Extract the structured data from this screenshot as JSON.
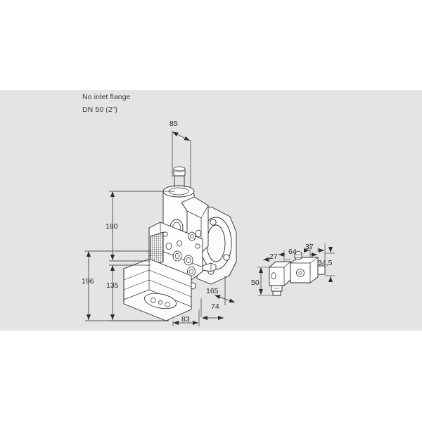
{
  "image": {
    "kind": "technical-dimension-drawing",
    "subject": "Gas valve with pressure regulator and actuator",
    "background_outer_color": "#ffffff",
    "background_band_color": "#e4e4e4",
    "line_color": "#2b2b2b",
    "text_color": "#3a3a3a"
  },
  "annotations": {
    "note_line_1": "No inlet flange",
    "note_line_2": "DN 50 (2”)"
  },
  "dimensions": {
    "main_view": [
      {
        "id": "dim-85",
        "value": "85",
        "orientation": "diagonal-top",
        "unit": "mm"
      },
      {
        "id": "dim-180",
        "value": "180",
        "orientation": "vertical",
        "unit": "mm"
      },
      {
        "id": "dim-196",
        "value": "196",
        "orientation": "vertical",
        "unit": "mm"
      },
      {
        "id": "dim-135",
        "value": "135",
        "orientation": "vertical",
        "unit": "mm"
      },
      {
        "id": "dim-165",
        "value": "165",
        "orientation": "diagonal-right",
        "unit": "mm"
      },
      {
        "id": "dim-74",
        "value": "74",
        "orientation": "vertical-right",
        "unit": "mm"
      },
      {
        "id": "dim-83",
        "value": "83",
        "orientation": "horizontal-bottom",
        "unit": "mm"
      }
    ],
    "detail_view": [
      {
        "id": "dim-27",
        "value": "27",
        "orientation": "horizontal",
        "unit": "mm"
      },
      {
        "id": "dim-64",
        "value": "64",
        "orientation": "horizontal",
        "unit": "mm"
      },
      {
        "id": "dim-37",
        "value": "37",
        "orientation": "horizontal",
        "unit": "mm"
      },
      {
        "id": "dim-345",
        "value": "34,5",
        "orientation": "vertical",
        "unit": "mm"
      },
      {
        "id": "dim-50",
        "value": "50",
        "orientation": "vertical",
        "unit": "mm"
      }
    ]
  }
}
